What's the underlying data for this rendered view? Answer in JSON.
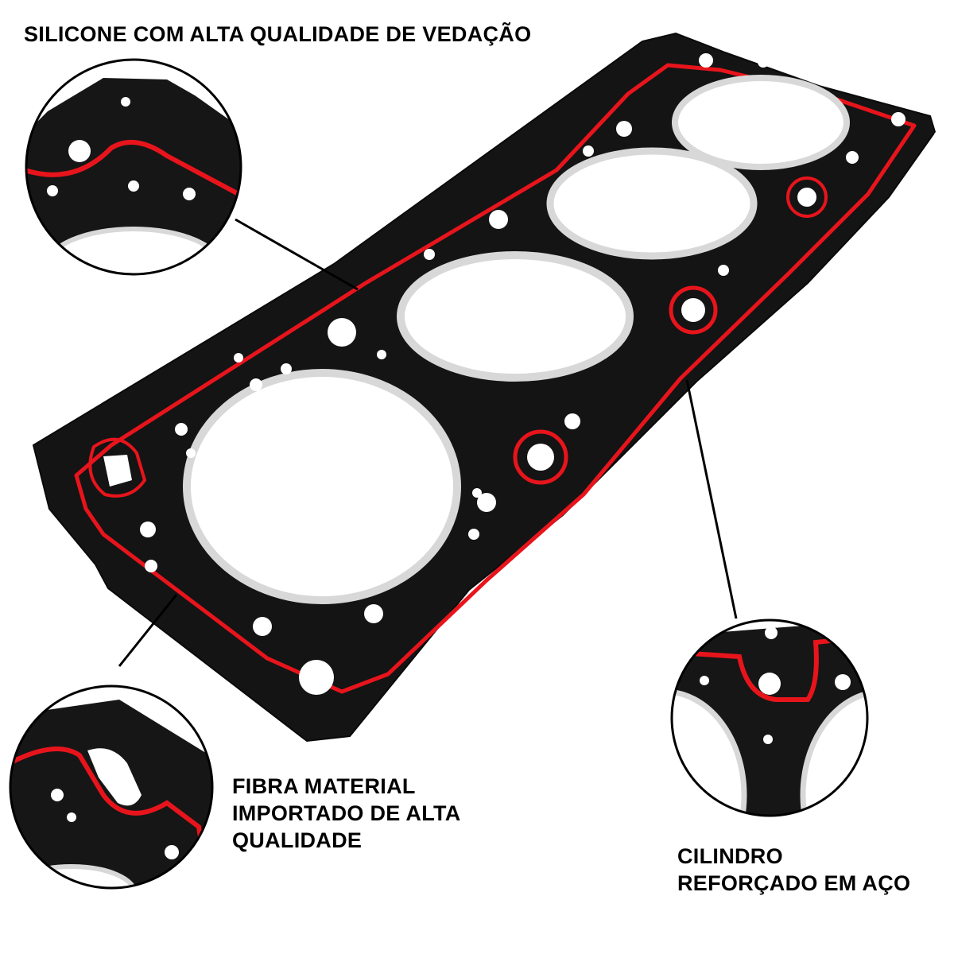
{
  "captions": {
    "top": "SILICONE COM ALTA QUALIDADE DE VEDAÇÃO",
    "left_lines": [
      "FIBRA MATERIAL",
      "IMPORTADO DE ALTA",
      "QUALIDADE"
    ],
    "right_lines": [
      "CILINDRO",
      "REFORÇADO EM AÇO"
    ]
  },
  "colors": {
    "gasket": "#141414",
    "seal": "#e8141c",
    "steel_ring": "#d8d8d8",
    "background": "#ffffff"
  },
  "callouts": [
    {
      "name": "silicone-detail",
      "subject": "silicone seal"
    },
    {
      "name": "fiber-detail",
      "subject": "fiber material"
    },
    {
      "name": "steel-ring-detail",
      "subject": "steel cylinder ring"
    }
  ]
}
